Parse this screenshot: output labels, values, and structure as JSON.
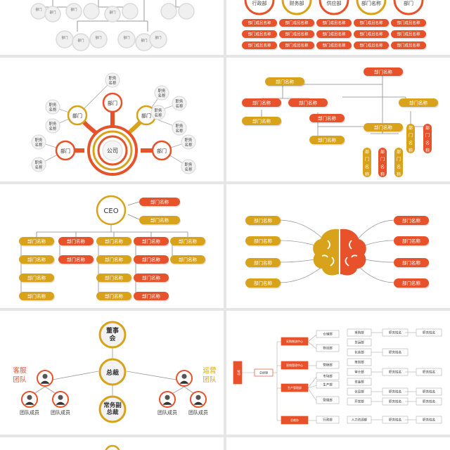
{
  "org_dept": "部门名称",
  "org_member": "部门成员名称",
  "role_name": "职务名称",
  "dept_short": "部门",
  "company": "公司",
  "ceo": "CEO",
  "staff_title": "职务姓名",
  "top_circles": [
    "行政部",
    "财务部",
    "供应部",
    "部门名称",
    "部门"
  ],
  "board": "董事会",
  "president": "总裁",
  "vp": "常务副总裁",
  "customer_team": "客服团队",
  "ops_team": "运营团队",
  "team_member": "团队成员",
  "chart8": {
    "root": "总裁",
    "mid": "总经理",
    "groups": [
      "采购物流中心",
      "营销管理中心",
      "生产管理部",
      "总裁办"
    ],
    "level3": [
      "仓储部",
      "物流部",
      "营销部",
      "市场部",
      "生产部",
      "管理部",
      "行政部"
    ],
    "level4": [
      "采购部",
      "货运部",
      "包装部",
      "策划部",
      "审计部",
      "资金部",
      "信息部",
      "开发部",
      "人力资源部"
    ]
  },
  "colors": {
    "orange": "#e8522a",
    "gold": "#d9a21b",
    "line": "#999999"
  }
}
